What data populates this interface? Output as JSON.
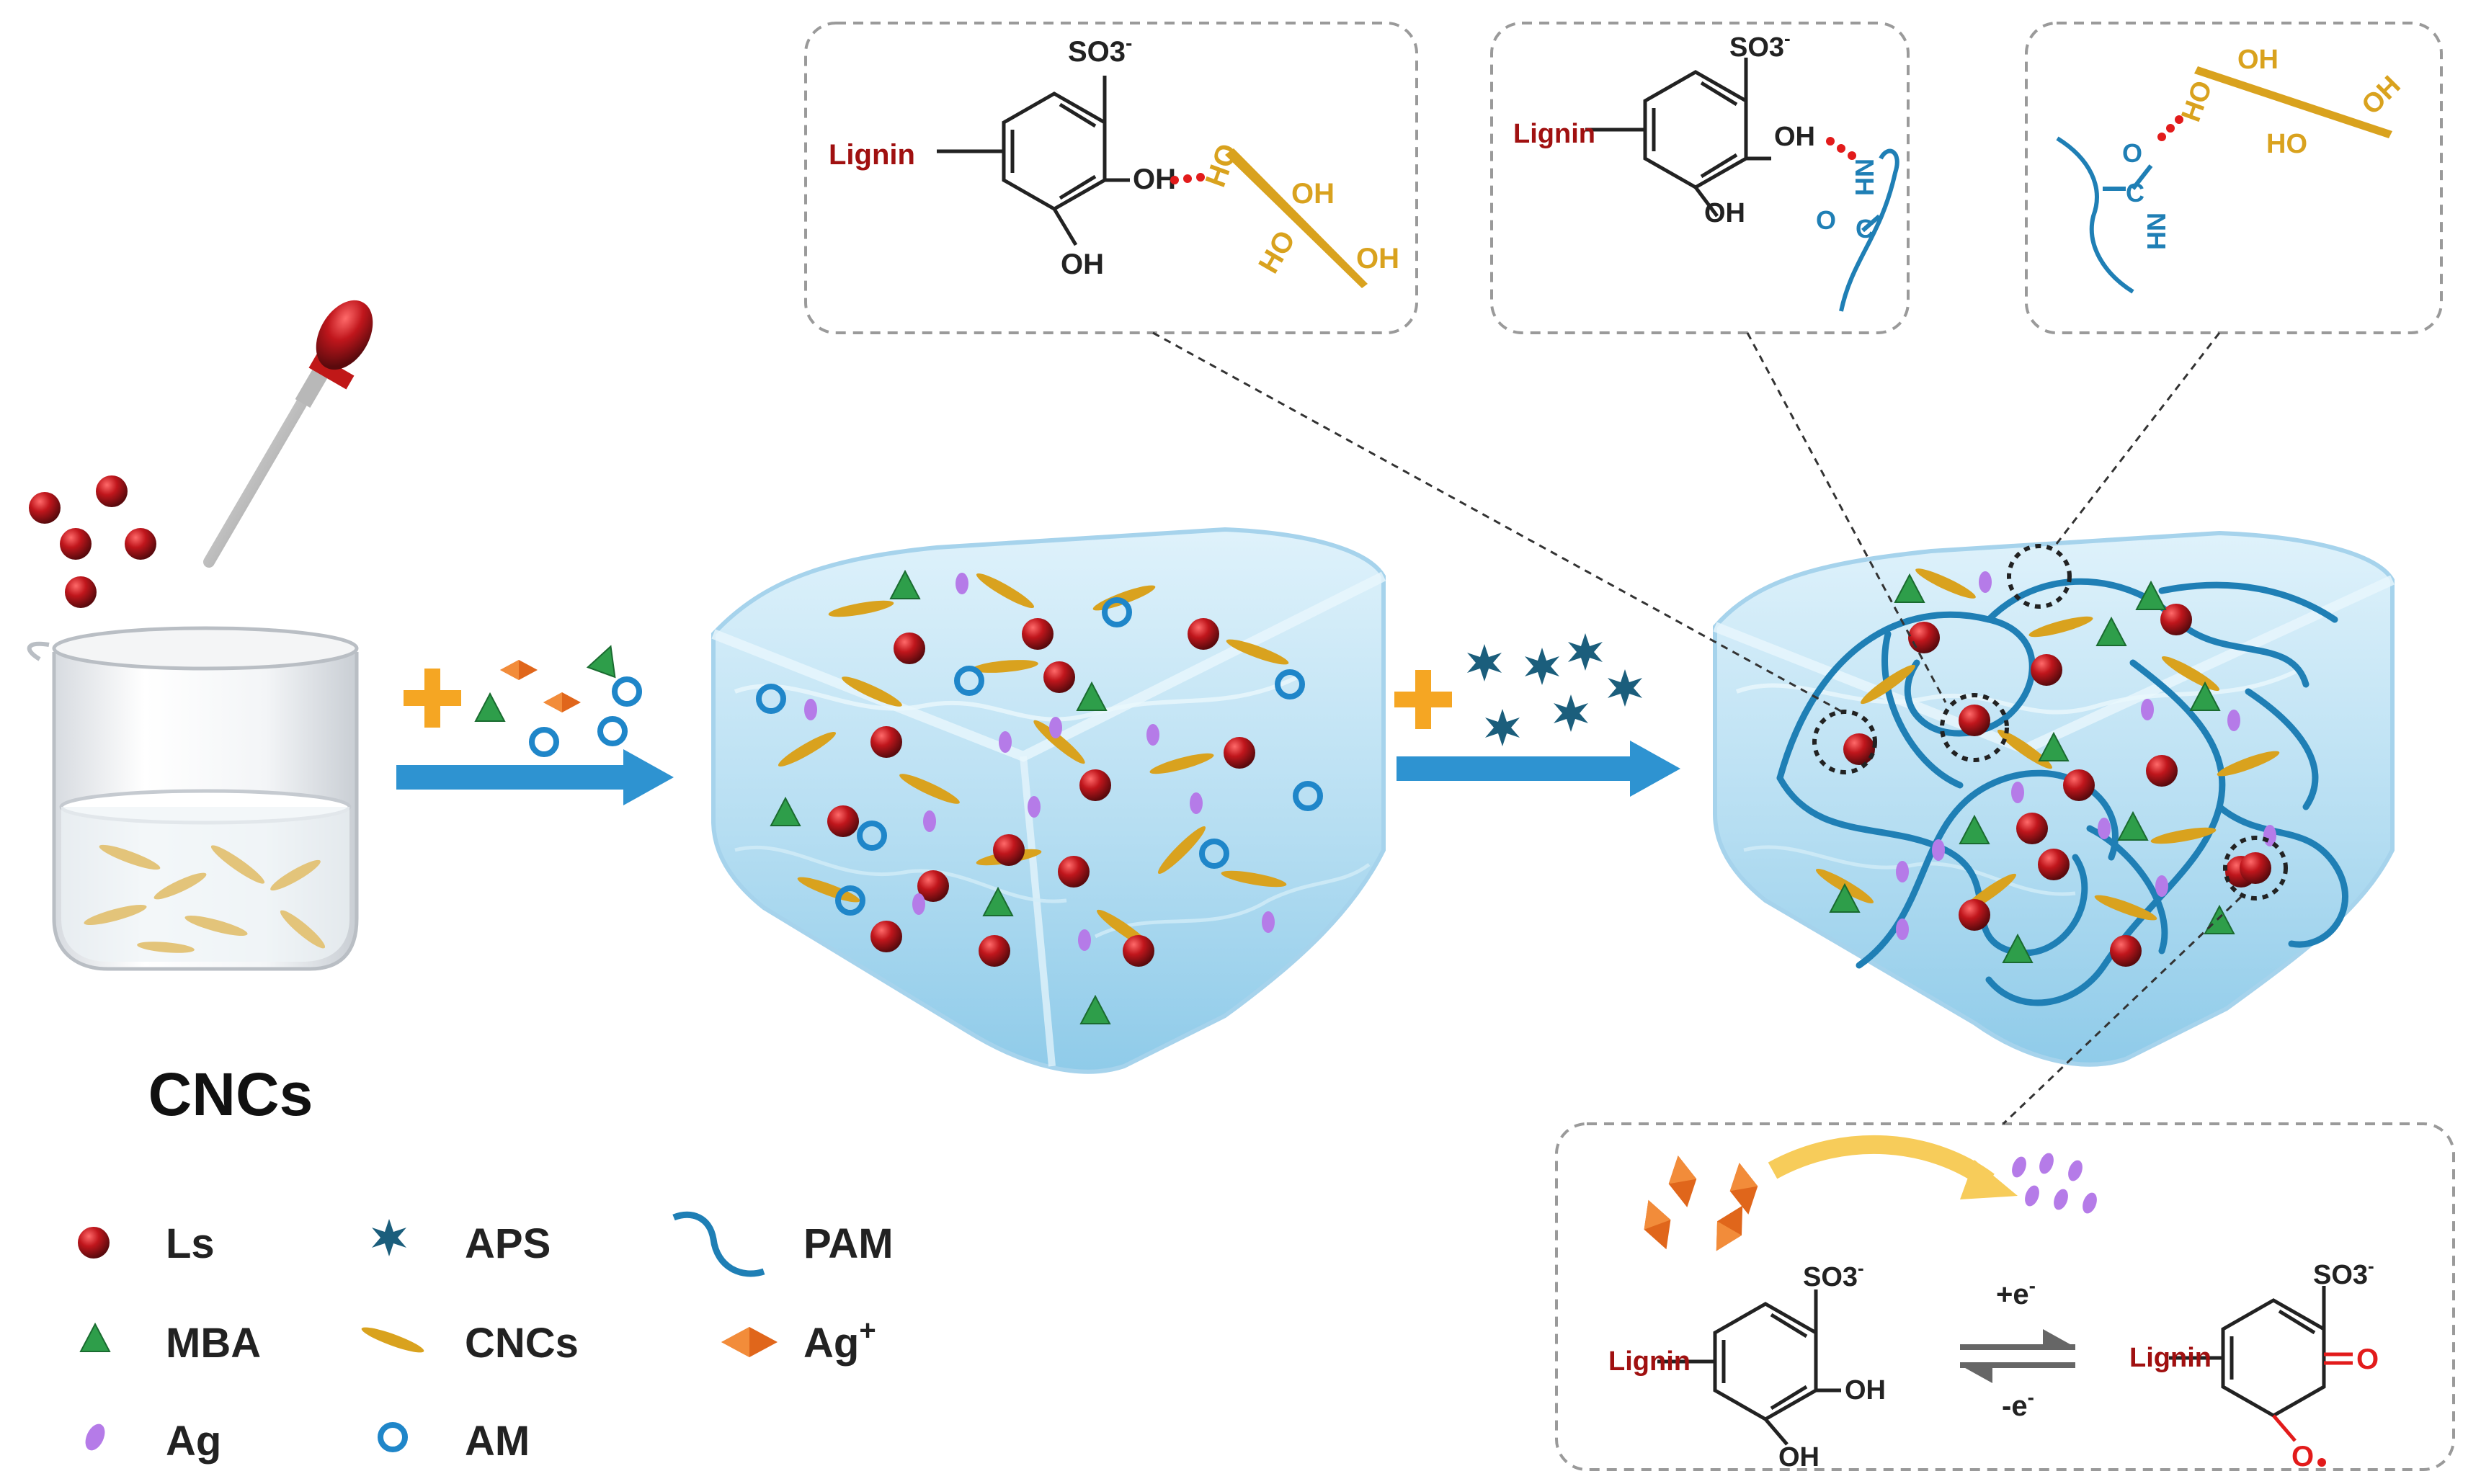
{
  "colors": {
    "lignin": "#a01010",
    "cnc": "#d9a21e",
    "pam": "#1f7fb5",
    "bond": "#e21b1b",
    "arrow": "#2e93d1",
    "plus": "#f5a623",
    "ls": "#a3141a",
    "mba": "#2e9e4a",
    "ag": "#b57be8",
    "agplus": "#e0661b",
    "aps": "#1b5e7c",
    "am": "#1f86c9",
    "hydrogel": "#bfe3f5"
  },
  "beaker_label": "CNCs",
  "inset1": {
    "lignin": "Lignin",
    "so3": "SO3",
    "charge": "-",
    "oh1": "OH",
    "oh2": "OH",
    "cnc_oh": [
      "HO",
      "OH",
      "HO",
      "OH"
    ]
  },
  "inset2": {
    "lignin": "Lignin",
    "so3": "SO3",
    "charge": "-",
    "oh1": "OH",
    "oh2": "OH",
    "nh": "NH",
    "o": "O",
    "c": "C"
  },
  "inset3": {
    "cnc_oh": [
      "HO",
      "OH",
      "HO",
      "OH"
    ],
    "nh": "NH",
    "o": "O",
    "c": "C"
  },
  "inset4": {
    "left": {
      "lignin": "Lignin",
      "so3": "SO3",
      "charge": "-",
      "oh1": "OH",
      "oh2": "OH"
    },
    "right": {
      "lignin": "Lignin",
      "so3": "SO3",
      "charge": "-",
      "o1": "O",
      "o2": "O"
    },
    "top_label": "+e",
    "top_sup": "-",
    "bottom_label": "-e",
    "bottom_sup": "-"
  },
  "legend": [
    {
      "icon": "ls-icon",
      "label": "Ls"
    },
    {
      "icon": "aps-icon",
      "label": "APS"
    },
    {
      "icon": "pam-icon",
      "label": "PAM"
    },
    {
      "icon": "mba-icon",
      "label": "MBA"
    },
    {
      "icon": "cnc-icon",
      "label": "CNCs"
    },
    {
      "icon": "agplus-icon",
      "label": "Ag",
      "sup": "+"
    },
    {
      "icon": "ag-icon",
      "label": "Ag"
    },
    {
      "icon": "am-icon",
      "label": "AM"
    }
  ]
}
